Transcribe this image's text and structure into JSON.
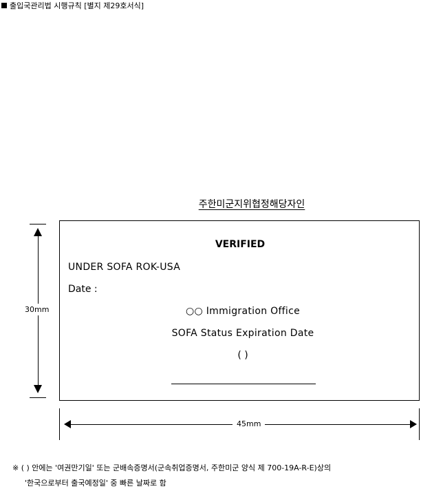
{
  "header": {
    "text": "출입국관리법 시행규칙 [별지 제29호서식]"
  },
  "title": "주한미군지위협정해당자인",
  "stamp": {
    "verified": "VERIFIED",
    "under": "UNDER SOFA ROK-USA",
    "date": "Date :",
    "office": "○○ Immigration Office",
    "expiry": "SOFA Status Expiration Date",
    "paren": "(             )"
  },
  "dimensions": {
    "height": "30mm",
    "width": "45mm"
  },
  "note": {
    "line1": "※ (  ) 안에는 '여권만기일' 또는 군배속증명서(군속취업증명서, 주한미군 양식 제 700-19A-R-E)상의",
    "line2": "'한국으로부터 출국예정일' 중 빠른 날짜로 함"
  }
}
